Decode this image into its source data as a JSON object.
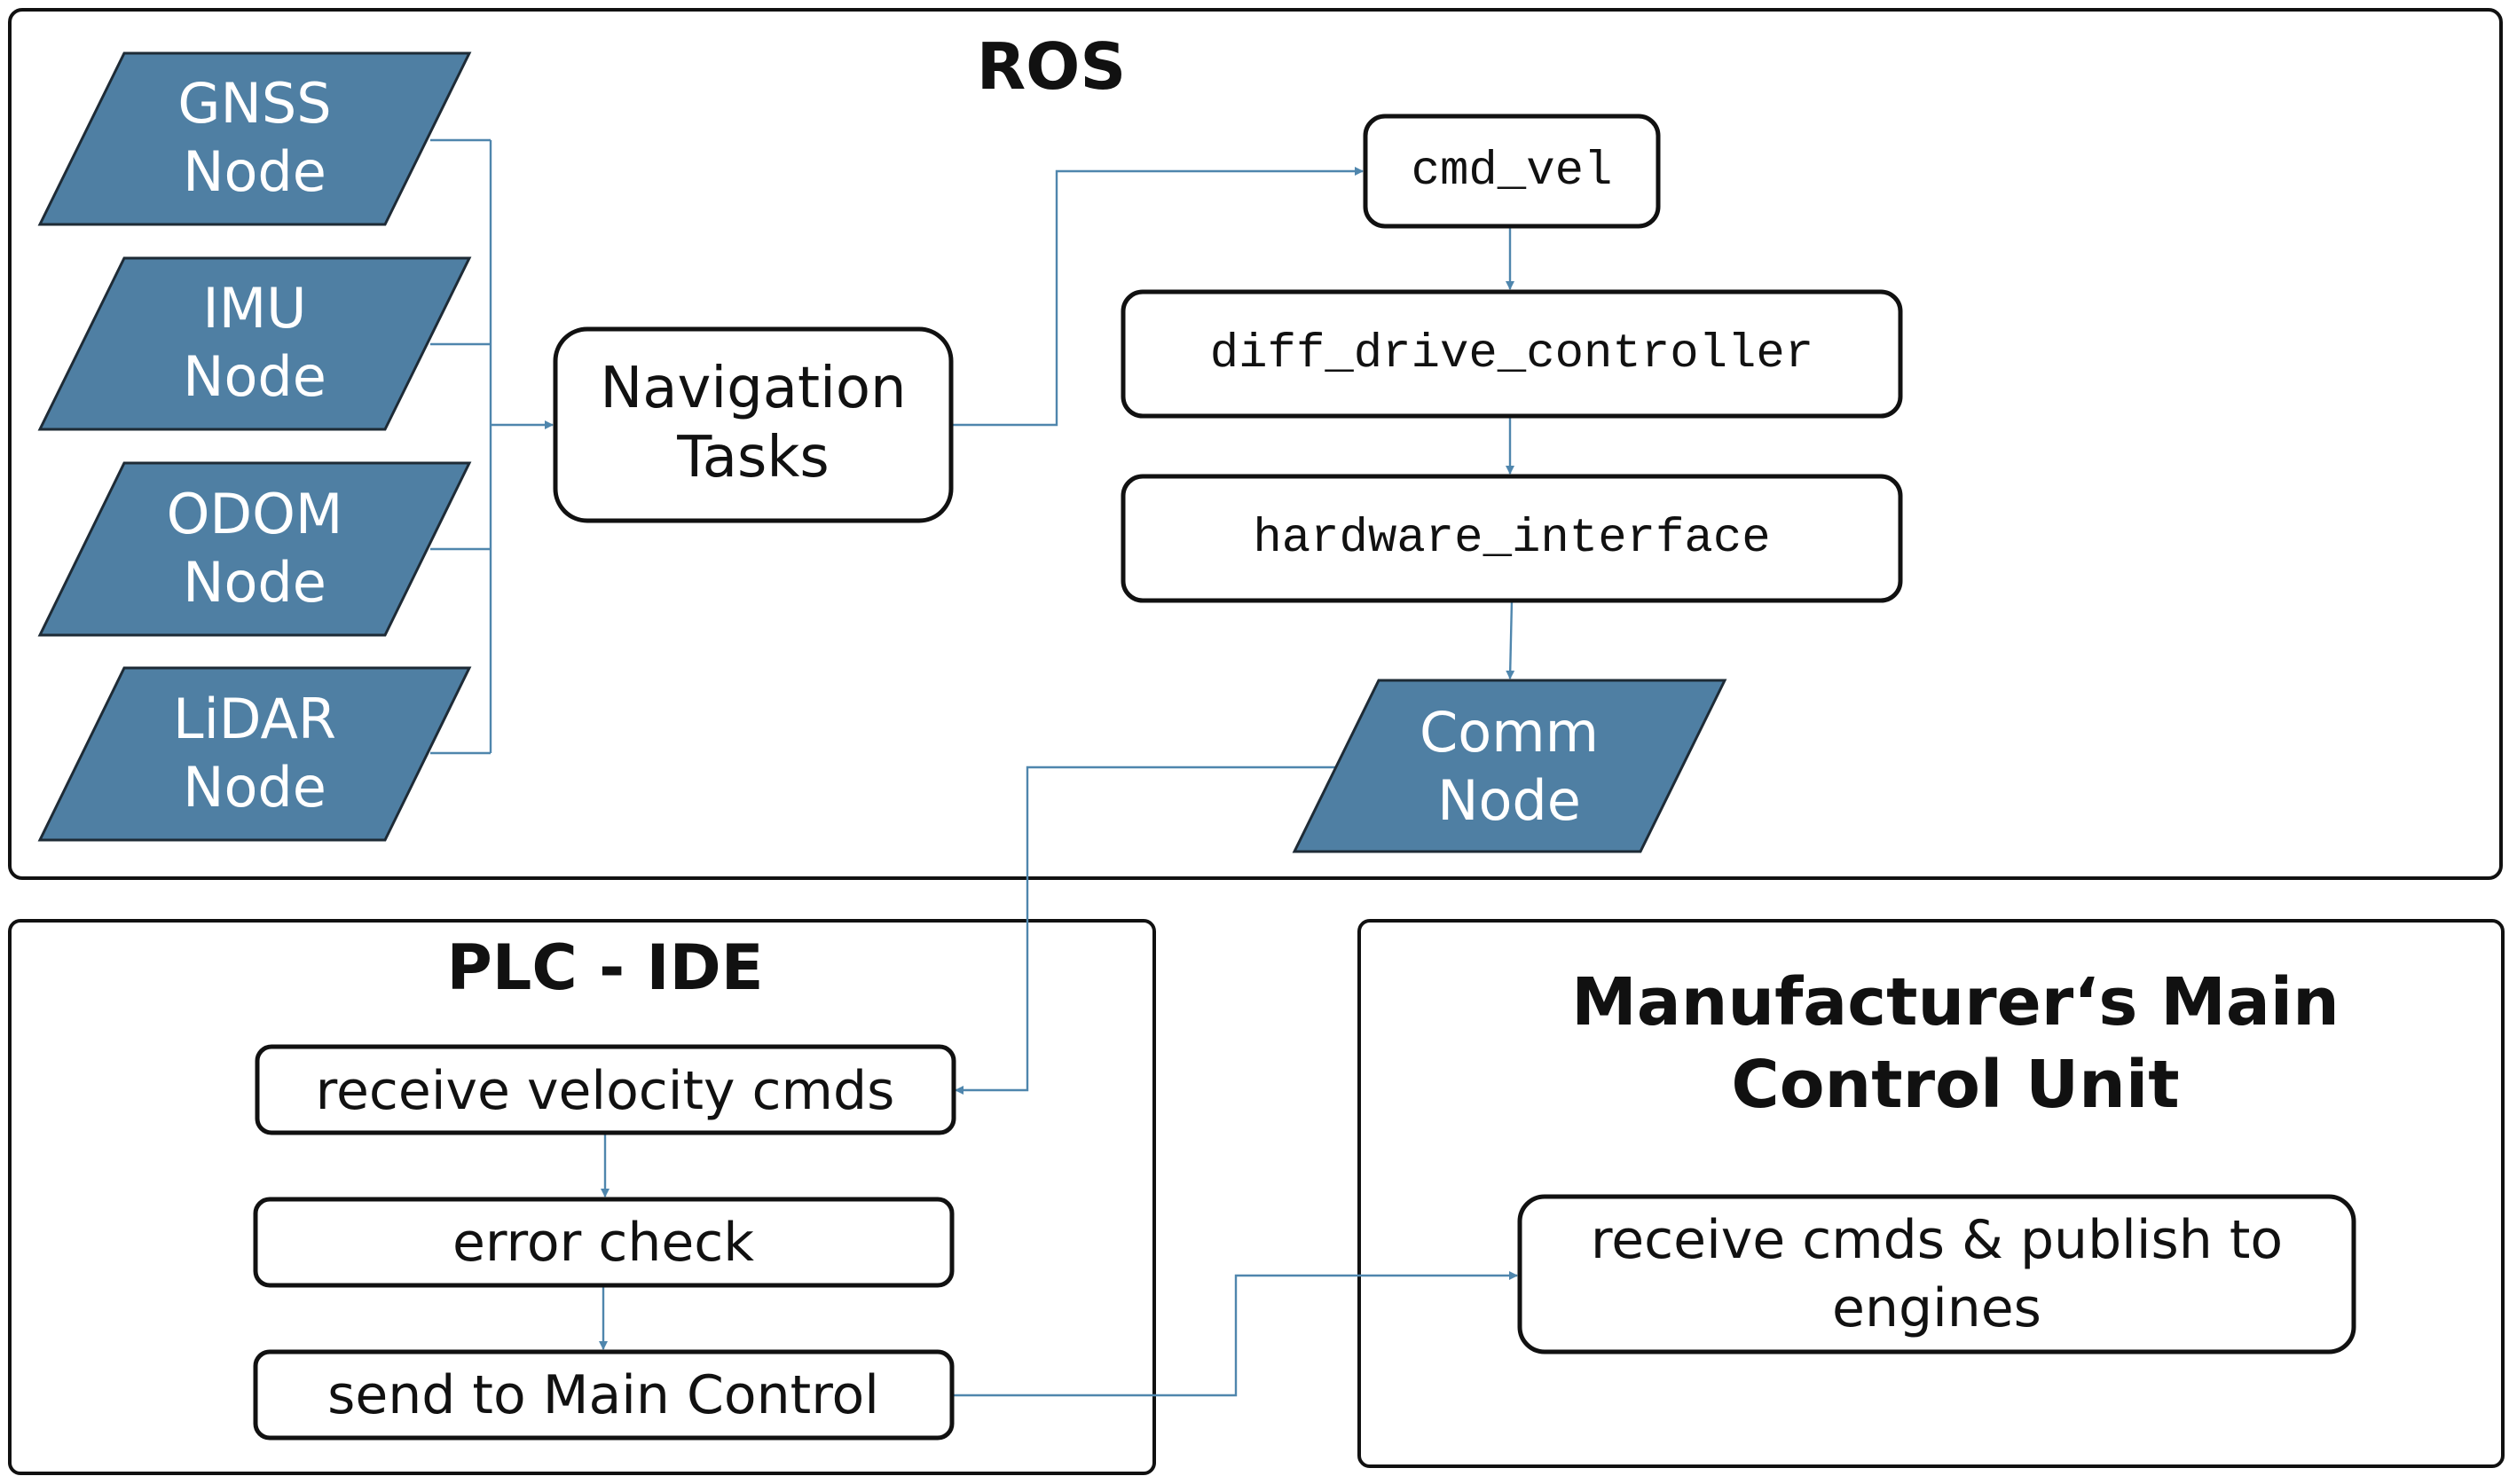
{
  "colors": {
    "node_fill": "#4f7fa3",
    "node_text": "#ffffff",
    "connector": "#4f86ad",
    "border": "#111111"
  },
  "ros": {
    "title": "ROS",
    "sensor_nodes": [
      {
        "line1": "GNSS",
        "line2": "Node"
      },
      {
        "line1": "IMU",
        "line2": "Node"
      },
      {
        "line1": "ODOM",
        "line2": "Node"
      },
      {
        "line1": "LiDAR",
        "line2": "Node"
      }
    ],
    "navigation": {
      "line1": "Navigation",
      "line2": "Tasks"
    },
    "cmd_vel": "cmd_vel",
    "diff_drive_controller": "diff_drive_controller",
    "hardware_interface": "hardware_interface",
    "comm_node": {
      "line1": "Comm",
      "line2": "Node"
    }
  },
  "plc": {
    "title": "PLC - IDE",
    "steps": [
      "receive velocity cmds",
      "error check",
      "send to Main Control"
    ]
  },
  "mcu": {
    "title_line1": "Manufacturer‘s Main",
    "title_line2": "Control Unit",
    "box_line1": "receive cmds & publish to",
    "box_line2": "engines"
  }
}
